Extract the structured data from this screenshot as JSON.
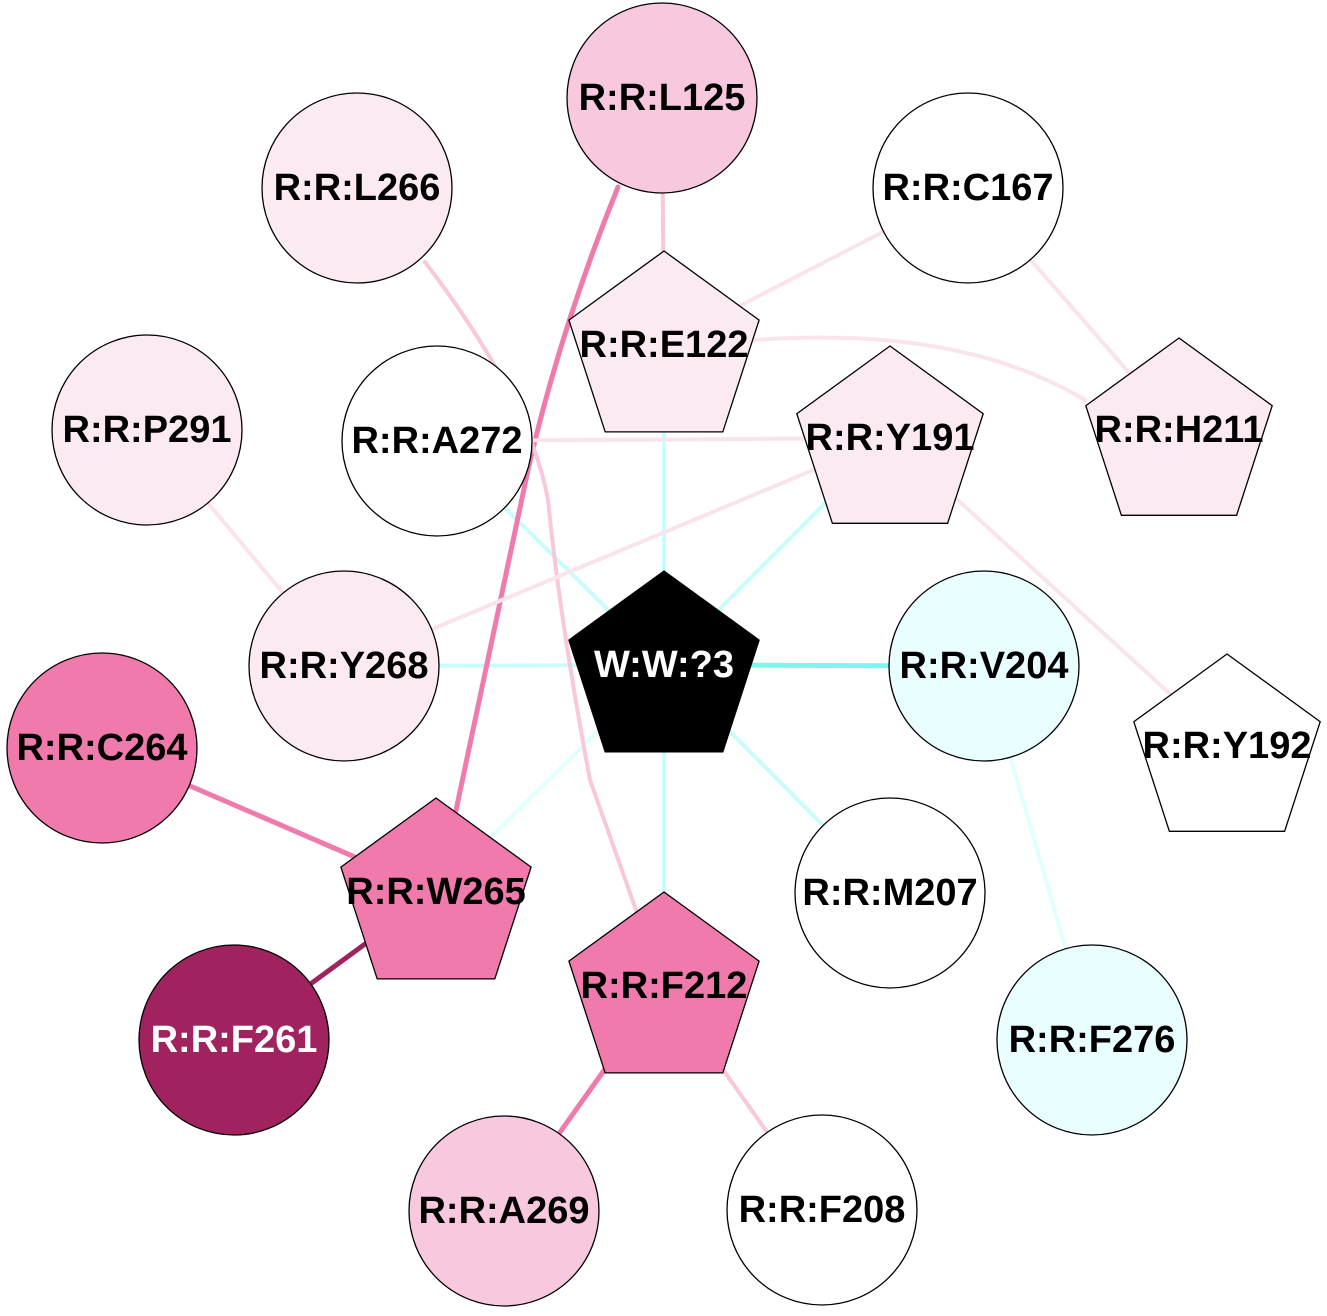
{
  "colors": {
    "white": "#ffffff",
    "pale_pink": "#fbeaf2",
    "light_pink": "#f8c8de",
    "mid_pink": "#ef7aab",
    "dark_magenta": "#a0225e",
    "pale_cyan": "#e8feff",
    "black": "#000000",
    "edge_pale_pink": "#fbe3ec",
    "edge_light_pink": "#f8c7da",
    "edge_mid_pink": "#ef7aab",
    "edge_dark_magenta": "#a0225e",
    "edge_pale_cyan": "#e0ffff",
    "edge_cyan": "#c9fcfc",
    "edge_bright_cyan": "#7ff5f2"
  },
  "nodes": [
    {
      "id": "L125",
      "label": "R:R:L125",
      "shape": "circle",
      "fill": "light_pink",
      "text_color": "black"
    },
    {
      "id": "L266",
      "label": "R:R:L266",
      "shape": "circle",
      "fill": "pale_pink",
      "text_color": "black"
    },
    {
      "id": "C167",
      "label": "R:R:C167",
      "shape": "circle",
      "fill": "white",
      "text_color": "black"
    },
    {
      "id": "E122",
      "label": "R:R:E122",
      "shape": "pentagon",
      "fill": "pale_pink",
      "text_color": "black"
    },
    {
      "id": "P291",
      "label": "R:R:P291",
      "shape": "circle",
      "fill": "pale_pink",
      "text_color": "black"
    },
    {
      "id": "A272",
      "label": "R:R:A272",
      "shape": "circle",
      "fill": "white",
      "text_color": "black"
    },
    {
      "id": "Y191",
      "label": "R:R:Y191",
      "shape": "pentagon",
      "fill": "pale_pink",
      "text_color": "black"
    },
    {
      "id": "H211",
      "label": "R:R:H211",
      "shape": "pentagon",
      "fill": "pale_pink",
      "text_color": "black"
    },
    {
      "id": "Y268",
      "label": "R:R:Y268",
      "shape": "circle",
      "fill": "pale_pink",
      "text_color": "black"
    },
    {
      "id": "W3",
      "label": "W:W:?3",
      "shape": "pentagon",
      "fill": "black",
      "text_color": "white"
    },
    {
      "id": "V204",
      "label": "R:R:V204",
      "shape": "circle",
      "fill": "pale_cyan",
      "text_color": "black"
    },
    {
      "id": "Y192",
      "label": "R:R:Y192",
      "shape": "pentagon",
      "fill": "white",
      "text_color": "black"
    },
    {
      "id": "C264",
      "label": "R:R:C264",
      "shape": "circle",
      "fill": "mid_pink",
      "text_color": "black"
    },
    {
      "id": "W265",
      "label": "R:R:W265",
      "shape": "pentagon",
      "fill": "mid_pink",
      "text_color": "black"
    },
    {
      "id": "M207",
      "label": "R:R:M207",
      "shape": "circle",
      "fill": "white",
      "text_color": "black"
    },
    {
      "id": "F212",
      "label": "R:R:F212",
      "shape": "pentagon",
      "fill": "mid_pink",
      "text_color": "black"
    },
    {
      "id": "F261",
      "label": "R:R:F261",
      "shape": "circle",
      "fill": "dark_magenta",
      "text_color": "white"
    },
    {
      "id": "F276",
      "label": "R:R:F276",
      "shape": "circle",
      "fill": "pale_cyan",
      "text_color": "black"
    },
    {
      "id": "A269",
      "label": "R:R:A269",
      "shape": "circle",
      "fill": "light_pink",
      "text_color": "black"
    },
    {
      "id": "F208",
      "label": "R:R:F208",
      "shape": "circle",
      "fill": "white",
      "text_color": "black"
    }
  ],
  "edges": [
    {
      "source": "W3",
      "target": "V204",
      "color": "edge_bright_cyan",
      "weight": "heavy"
    },
    {
      "source": "W3",
      "target": "E122",
      "color": "edge_cyan",
      "weight": "medium"
    },
    {
      "source": "W3",
      "target": "Y191",
      "color": "edge_cyan",
      "weight": "medium"
    },
    {
      "source": "W3",
      "target": "A272",
      "color": "edge_cyan",
      "weight": "medium"
    },
    {
      "source": "W3",
      "target": "Y268",
      "color": "edge_cyan",
      "weight": "medium"
    },
    {
      "source": "W3",
      "target": "W265",
      "color": "edge_pale_cyan",
      "weight": "medium"
    },
    {
      "source": "W3",
      "target": "F212",
      "color": "edge_cyan",
      "weight": "medium"
    },
    {
      "source": "W3",
      "target": "M207",
      "color": "edge_cyan",
      "weight": "medium"
    },
    {
      "source": "V204",
      "target": "F276",
      "color": "edge_pale_cyan",
      "weight": "medium"
    },
    {
      "source": "L125",
      "target": "E122",
      "color": "edge_light_pink",
      "weight": "medium"
    },
    {
      "source": "L125",
      "target": "W265",
      "color": "edge_mid_pink",
      "weight": "heavy",
      "curve": "bend-left"
    },
    {
      "source": "L266",
      "target": "F212",
      "color": "edge_light_pink",
      "weight": "medium",
      "curve": "bend-right"
    },
    {
      "source": "C167",
      "target": "E122",
      "color": "edge_pale_pink",
      "weight": "medium"
    },
    {
      "source": "C167",
      "target": "H211",
      "color": "edge_pale_pink",
      "weight": "medium"
    },
    {
      "source": "E122",
      "target": "H211",
      "color": "edge_pale_pink",
      "weight": "medium",
      "curve": "arc-up"
    },
    {
      "source": "A272",
      "target": "Y191",
      "color": "edge_pale_pink",
      "weight": "medium"
    },
    {
      "source": "Y191",
      "target": "Y268",
      "color": "edge_pale_pink",
      "weight": "medium"
    },
    {
      "source": "Y191",
      "target": "Y192",
      "color": "edge_pale_pink",
      "weight": "medium"
    },
    {
      "source": "P291",
      "target": "Y268",
      "color": "edge_pale_pink",
      "weight": "medium"
    },
    {
      "source": "C264",
      "target": "W265",
      "color": "edge_mid_pink",
      "weight": "heavy"
    },
    {
      "source": "F261",
      "target": "W265",
      "color": "edge_dark_magenta",
      "weight": "heavy"
    },
    {
      "source": "F212",
      "target": "A269",
      "color": "edge_mid_pink",
      "weight": "heavy"
    },
    {
      "source": "F212",
      "target": "F208",
      "color": "edge_light_pink",
      "weight": "medium"
    }
  ]
}
